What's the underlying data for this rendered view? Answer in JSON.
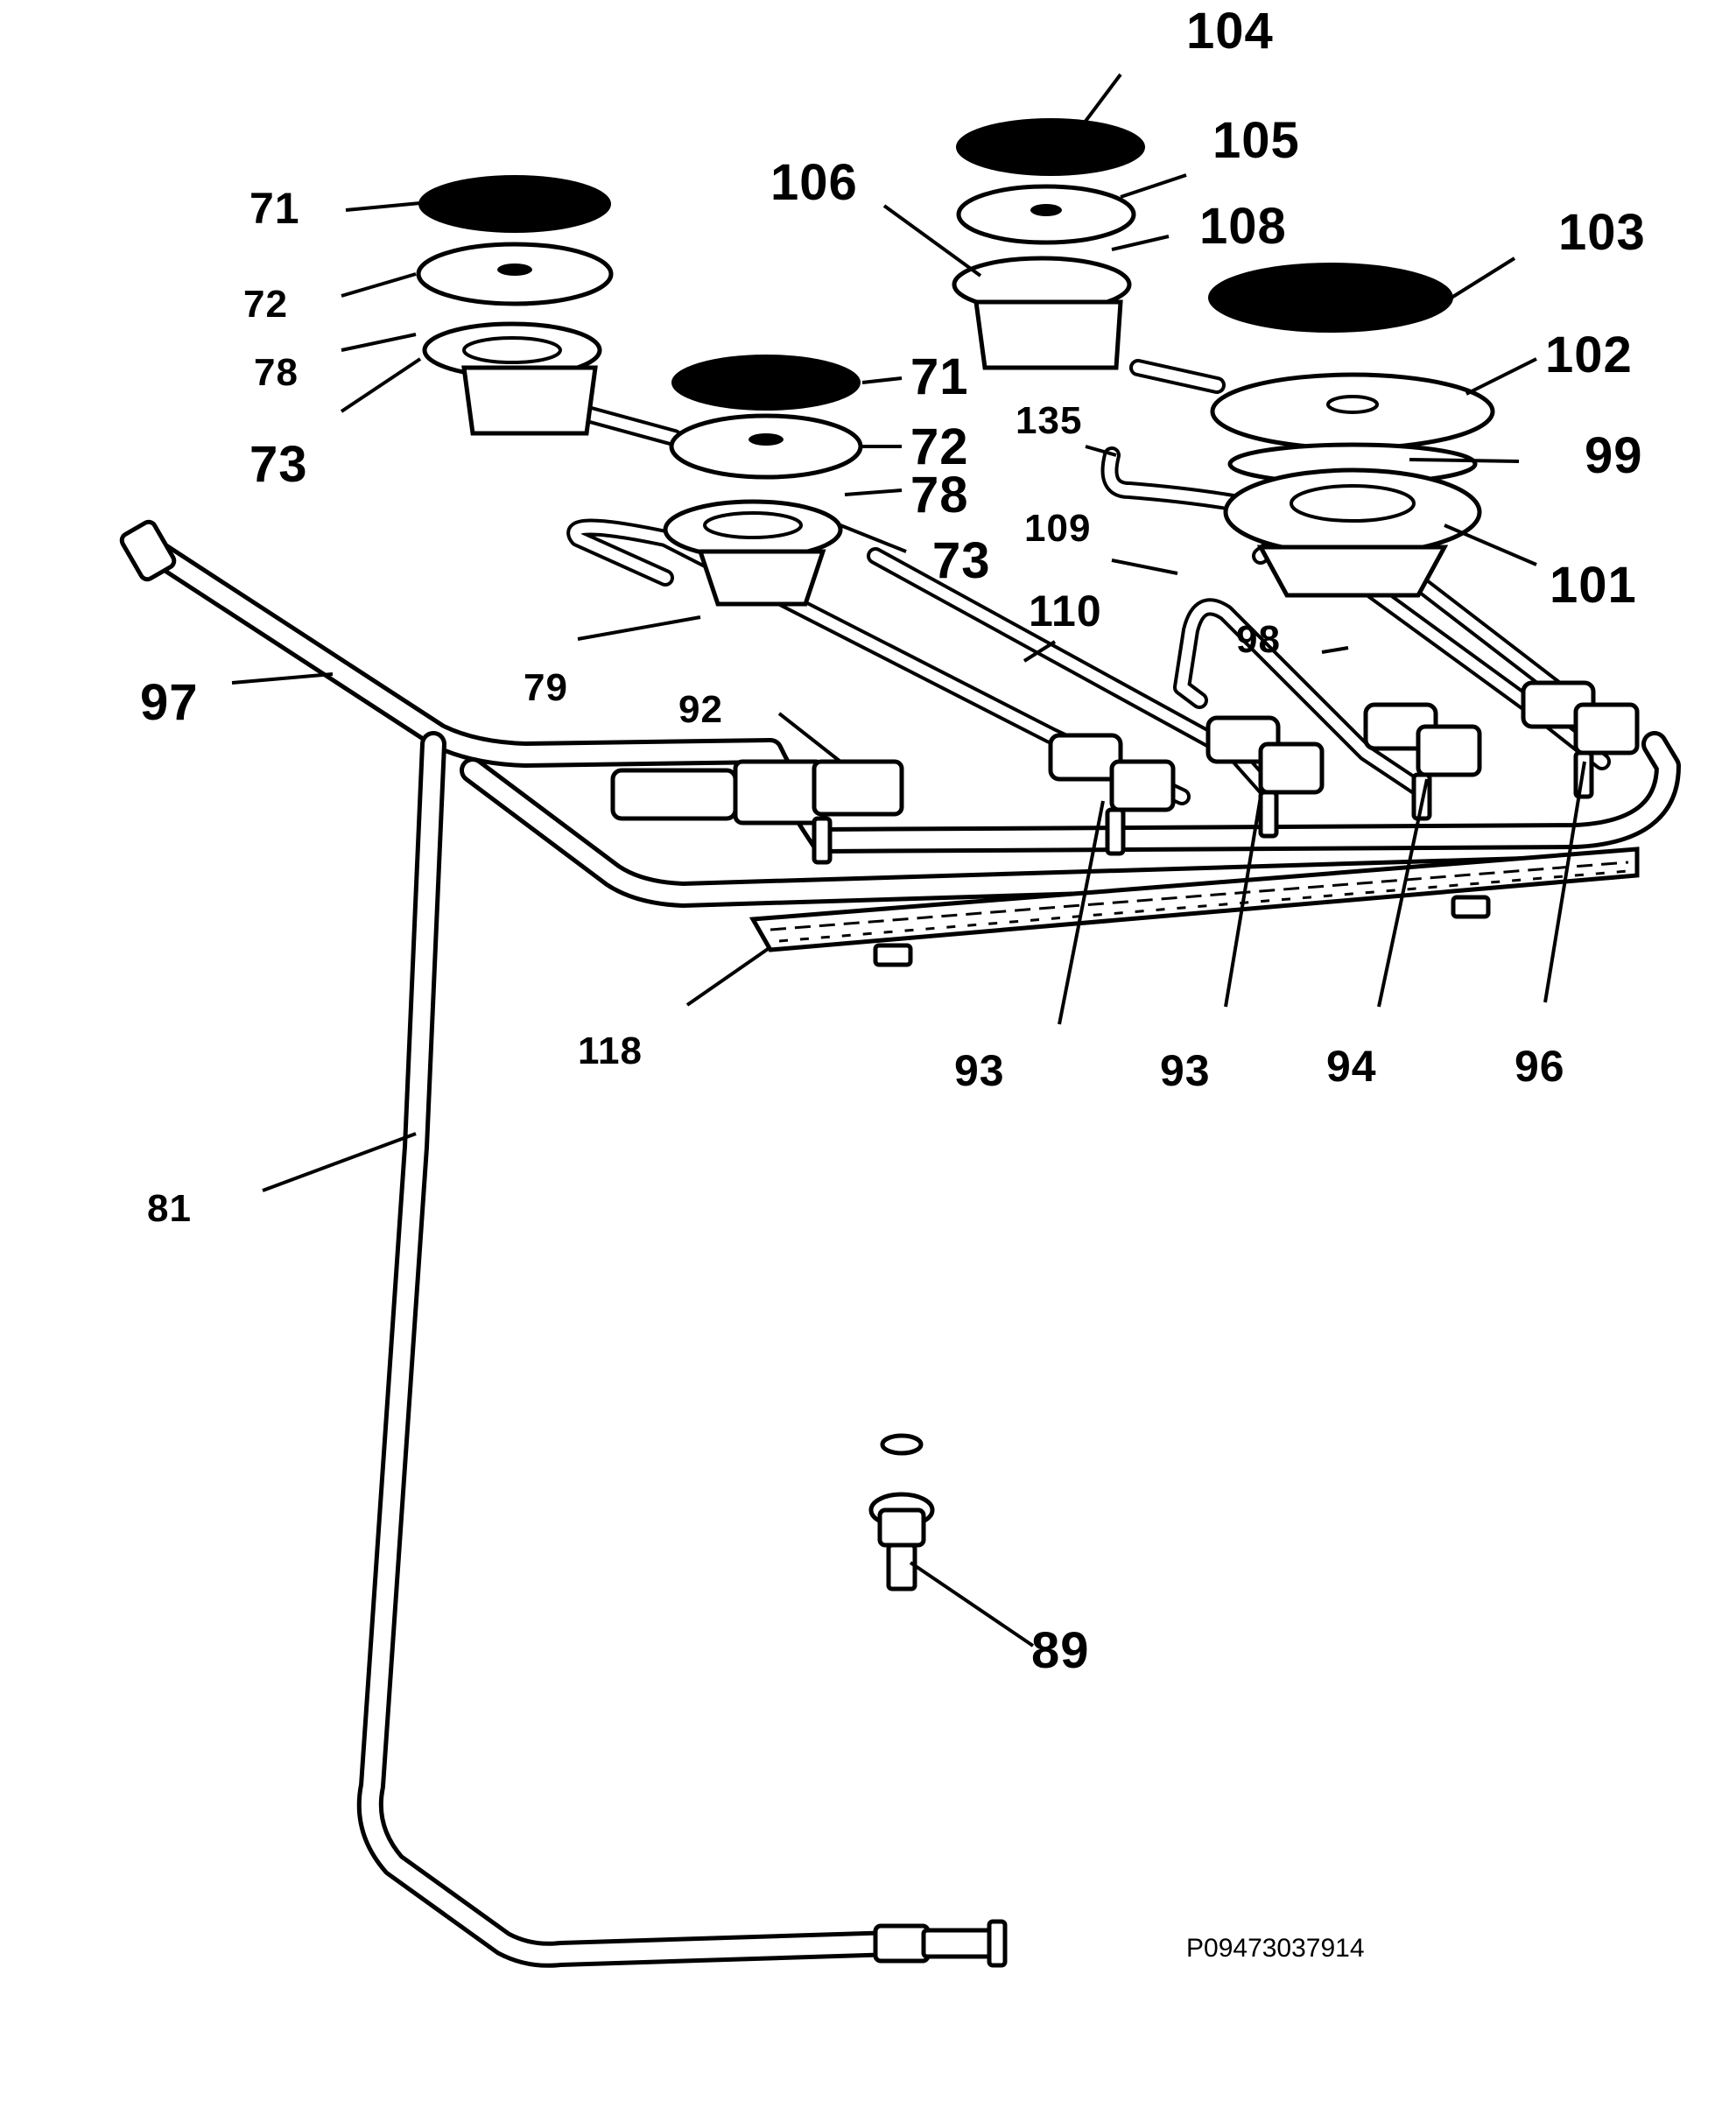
{
  "diagram": {
    "part_labels": {
      "l104": "104",
      "l105": "105",
      "l106": "106",
      "l108": "108",
      "l103": "103",
      "l71a": "71",
      "l72a": "72",
      "l78a": "78",
      "l73a": "73",
      "l71b": "71",
      "l72b": "72",
      "l78b": "78",
      "l73b": "73",
      "l102": "102",
      "l135": "135",
      "l99": "99",
      "l101": "101",
      "l109": "109",
      "l110": "110",
      "l98": "98",
      "l97": "97",
      "l79": "79",
      "l92": "92",
      "l118": "118",
      "l93a": "93",
      "l93b": "93",
      "l94": "94",
      "l96": "96",
      "l81": "81",
      "l89": "89"
    },
    "reference_code": "P09473037914"
  }
}
